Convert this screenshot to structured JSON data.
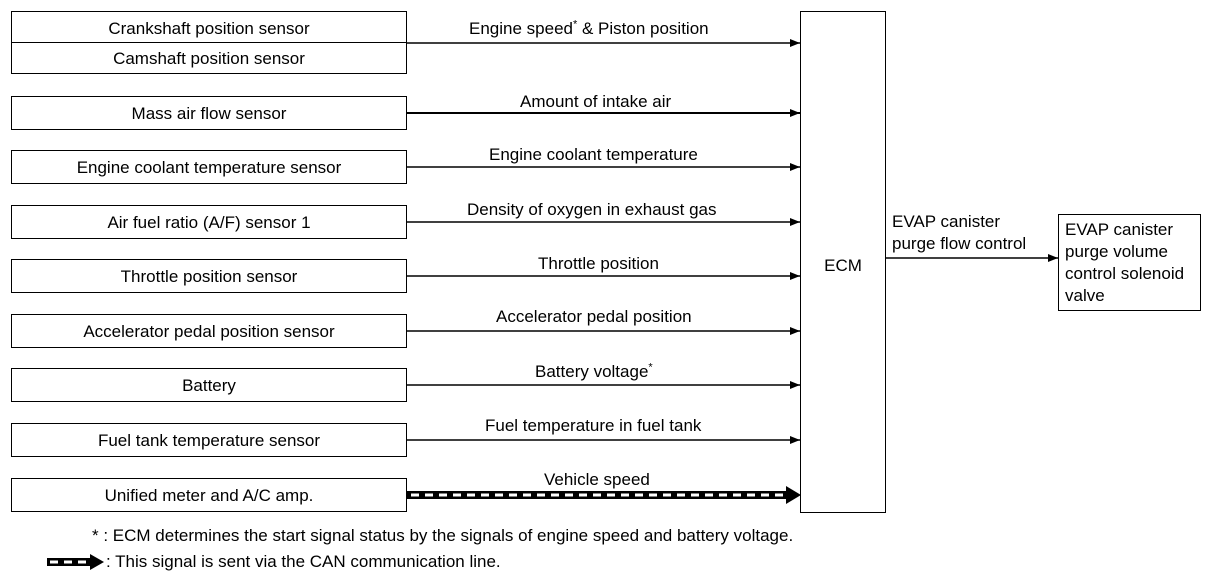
{
  "sensors": [
    {
      "label": "Crankshaft position sensor",
      "label2": "Camshaft position sensor",
      "signal": "Engine speed",
      "signal_ast": "*",
      "signal_tail": " & Piston position"
    },
    {
      "label": "Mass air flow sensor",
      "signal": "Amount of intake air"
    },
    {
      "label": "Engine coolant temperature sensor",
      "signal": "Engine coolant temperature"
    },
    {
      "label": "Air fuel ratio (A/F) sensor 1",
      "signal": "Density of oxygen in exhaust gas"
    },
    {
      "label": "Throttle position sensor",
      "signal": "Throttle position"
    },
    {
      "label": "Accelerator pedal position sensor",
      "signal": "Accelerator pedal position"
    },
    {
      "label": "Battery",
      "signal": "Battery voltage",
      "signal_ast": "*"
    },
    {
      "label": "Fuel tank temperature sensor",
      "signal": "Fuel temperature in fuel tank"
    },
    {
      "label": "Unified meter and A/C amp.",
      "signal": "Vehicle speed",
      "can": true
    }
  ],
  "ecm": {
    "label": "ECM"
  },
  "output": {
    "signal_line1": "EVAP canister",
    "signal_line2": "purge flow control",
    "actuator_lines": [
      "EVAP canister",
      "purge volume",
      "control solenoid",
      "valve"
    ]
  },
  "notes": {
    "asterisk_prefix": "* :",
    "asterisk_text": "ECM determines the start signal status by the signals of engine speed and battery voltage.",
    "can_text": ": This signal is sent via the CAN communication line."
  }
}
